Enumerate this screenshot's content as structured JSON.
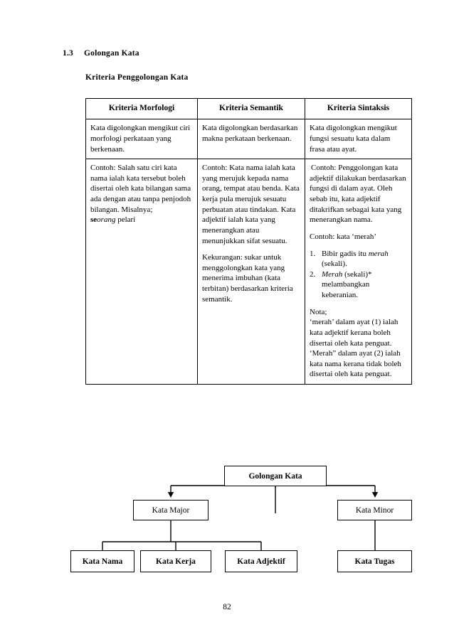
{
  "document": {
    "section_number": "1.3",
    "section_title": "Golongan Kata",
    "subheading": "Kriteria Penggolongan Kata",
    "page_number": "82"
  },
  "table": {
    "headers": [
      "Kriteria Morfologi",
      "Kriteria Semantik",
      "Kriteria Sintaksis"
    ],
    "row1": {
      "c1": "Kata digolongkan mengikut ciri morfologi perkataan yang berkenaan.",
      "c2": "Kata digolongkan berdasarkan makna perkataan berkenaan.",
      "c3": "Kata digolongkan mengikut fungsi sesuatu kata dalam frasa atau ayat."
    },
    "row2": {
      "c1": {
        "p1_pre": "Contoh: Salah satu ciri kata nama ialah kata tersebut boleh disertai oleh kata bilangan sama ada dengan atau tanpa penjodoh bilangan. Misalnya;",
        "example_bold": "se",
        "example_italic": "orang",
        "example_rest": " pelari"
      },
      "c2": {
        "p1": "Contoh: Kata nama ialah kata yang merujuk kepada nama orang, tempat atau benda. Kata kerja pula merujuk sesuatu perbuatan atau tindakan. Kata adjektif ialah kata yang menerangkan atau menunjukkan sifat sesuatu.",
        "p2": "Kekurangan: sukar untuk menggolongkan kata yang menerima imbuhan (kata terbitan) berdasarkan kriteria semantik."
      },
      "c3": {
        "p1": "Contoh: Penggolongan kata adjektif dilakukan berdasarkan fungsi di dalam ayat. Oleh sebab itu, kata adjektif ditakrifkan sebagai kata yang menerangkan nama.",
        "p2": "Contoh: kata ‘merah’",
        "list": [
          {
            "marker": "1.",
            "pre": "Bibir gadis itu ",
            "italic": "merah",
            "post": " (sekali)."
          },
          {
            "marker": "2.",
            "pre": "",
            "italic": "Merah",
            "post": " (sekali)* melambangkan keberanian."
          }
        ],
        "note_label": "Nota;",
        "note_1": "‘merah’ dalam ayat (1) ialah kata adjektif kerana boleh disertai oleh kata penguat.",
        "note_2": "‘Merah” dalam ayat (2) ialah kata nama kerana tidak boleh disertai oleh kata penguat."
      }
    }
  },
  "flowchart": {
    "type": "tree",
    "nodes": {
      "root": "Golongan Kata",
      "major": "Kata Major",
      "minor": "Kata Minor",
      "nama": "Kata Nama",
      "kerja": "Kata Kerja",
      "adjektif": "Kata Adjektif",
      "tugas": "Kata Tugas"
    },
    "edges": [
      {
        "from": "root",
        "to": "major"
      },
      {
        "from": "root",
        "to": "minor"
      },
      {
        "from": "major",
        "to": "nama"
      },
      {
        "from": "major",
        "to": "kerja"
      },
      {
        "from": "major",
        "to": "adjektif"
      },
      {
        "from": "minor",
        "to": "tugas"
      }
    ],
    "line_color": "#000000"
  }
}
